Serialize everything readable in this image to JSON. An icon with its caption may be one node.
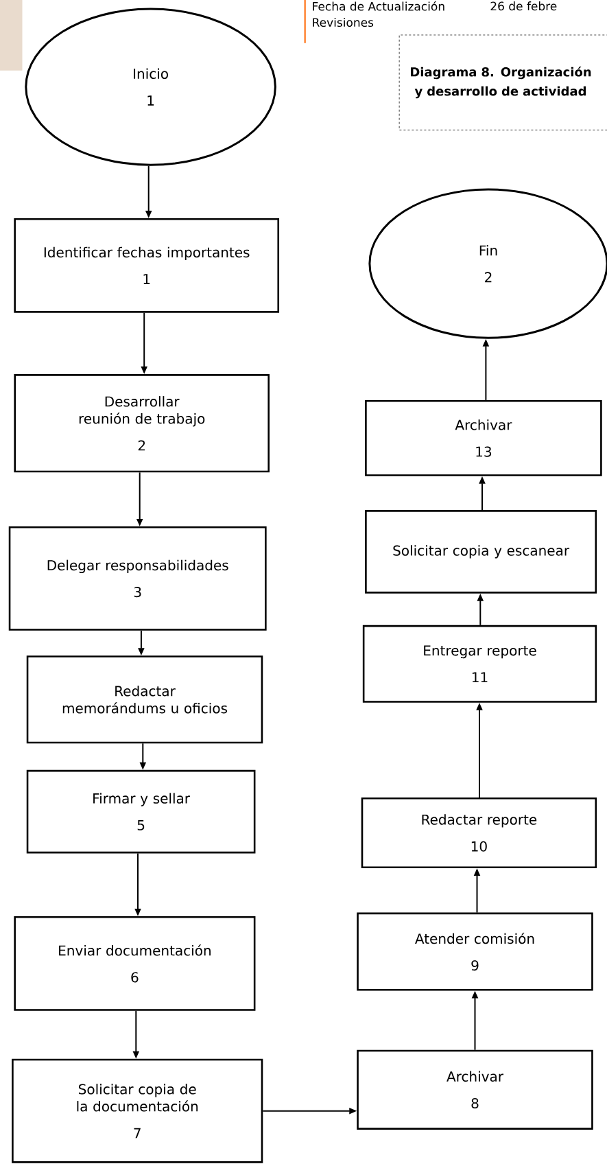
{
  "diagram": {
    "title": "Diagrama 8. Organización y desarrollo de actividad",
    "nodes": [
      {
        "text": [
          "Inicio",
          "1"
        ]
      },
      {
        "text": [
          "Identificar fechas importantes",
          "1"
        ]
      },
      {
        "text": [
          "Desarrollar reunión de trabajo",
          "2"
        ]
      },
      {
        "text": [
          "Delegar responsabilidades",
          "3"
        ]
      },
      {
        "text": [
          "Redactar memorándums u oficios"
        ]
      },
      {
        "text": [
          "Firmar y sellar",
          "5"
        ]
      },
      {
        "text": [
          "Enviar documentación",
          "6"
        ]
      },
      {
        "text": [
          "Solicitar copia de la documentación",
          "7"
        ]
      },
      {
        "text": [
          "Fin",
          "2"
        ]
      },
      {
        "text": [
          "Archivar",
          "13"
        ]
      },
      {
        "text": [
          "Solicitar copia y escanear"
        ]
      },
      {
        "text": [
          "Entregar reporte",
          "11"
        ]
      },
      {
        "text": [
          "Redactar reporte",
          "10"
        ]
      },
      {
        "text": [
          "Atender comisión",
          "9"
        ]
      },
      {
        "text": [
          "Archivar",
          "8"
        ]
      }
    ],
    "edges": [
      {
        "from": 0,
        "to": 1,
        "arrow": "to"
      },
      {
        "from": 1,
        "to": 2,
        "arrow": "to"
      },
      {
        "from": 2,
        "to": 3,
        "arrow": "to"
      },
      {
        "from": 3,
        "to": 4,
        "arrow": "to"
      },
      {
        "from": 4,
        "to": 5,
        "arrow": "to"
      },
      {
        "from": 5,
        "to": 6,
        "arrow": "to"
      },
      {
        "from": 6,
        "to": 7,
        "arrow": "to"
      },
      {
        "from": 7,
        "to": 14,
        "arrow": "to"
      },
      {
        "from": 14,
        "to": 13,
        "arrow": "to"
      },
      {
        "from": 13,
        "to": 12,
        "arrow": "to"
      },
      {
        "from": 12,
        "to": 11,
        "arrow": "to"
      },
      {
        "from": 11,
        "to": 10,
        "arrow": "to"
      },
      {
        "from": 10,
        "to": 9,
        "arrow": "to"
      },
      {
        "from": 9,
        "to": 8,
        "arrow": "to"
      }
    ],
    "labels": [
      "Fecha de Actualización",
      "26 de febre",
      "Revisiones"
    ]
  }
}
